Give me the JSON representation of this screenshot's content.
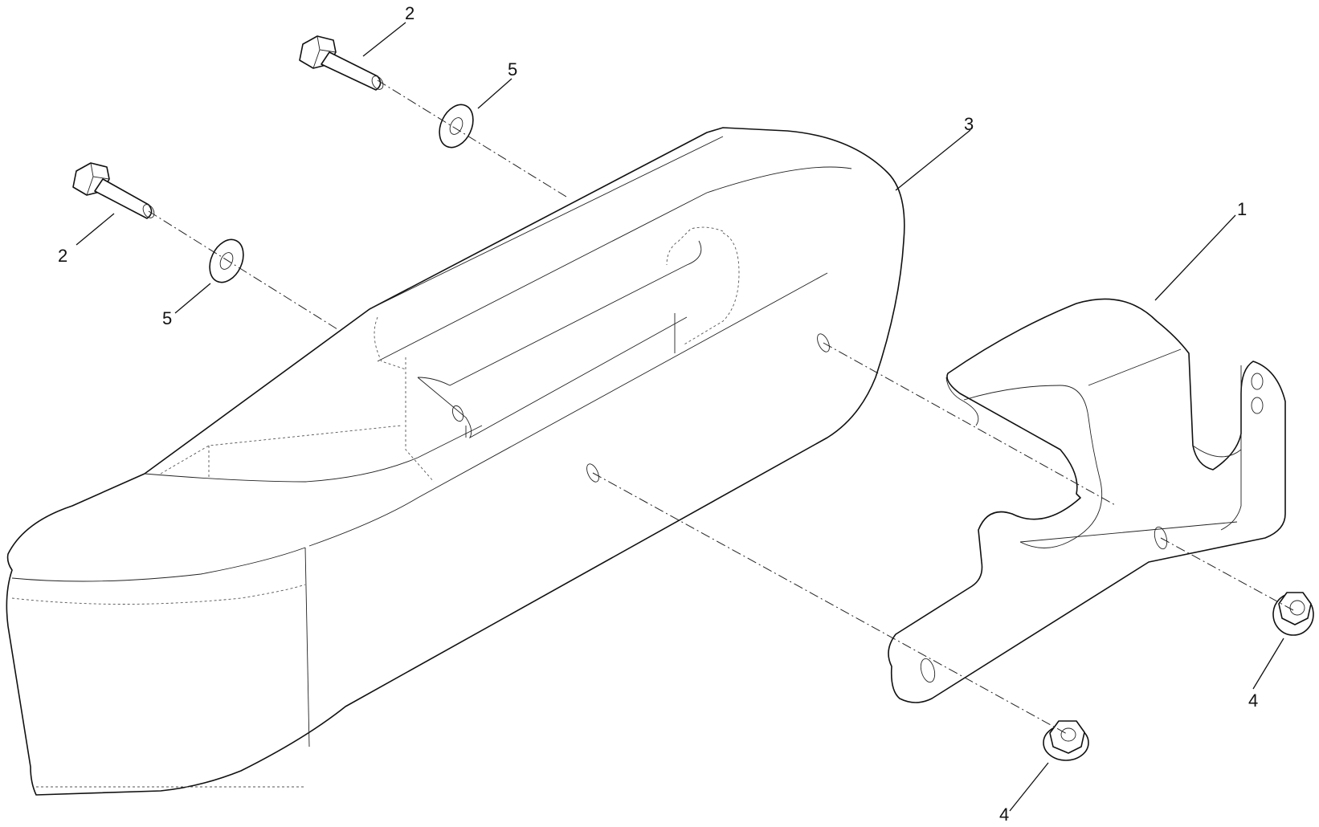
{
  "callouts": {
    "c1": "1",
    "c2a": "2",
    "c2b": "2",
    "c3": "3",
    "c4a": "4",
    "c4b": "4",
    "c5a": "5",
    "c5b": "5"
  }
}
